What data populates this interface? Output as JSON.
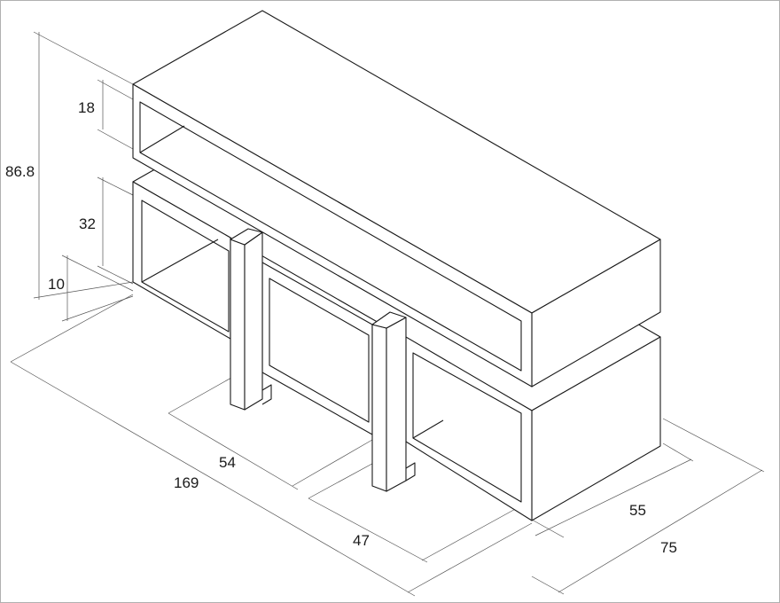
{
  "drawing": {
    "subject": "Isometric cabinet dimension drawing",
    "unit_note": "",
    "dimensions": [
      {
        "id": "total-height",
        "label": "86.8"
      },
      {
        "id": "top-box-height",
        "label": "18"
      },
      {
        "id": "middle-box-height",
        "label": "32"
      },
      {
        "id": "base-height",
        "label": "10"
      },
      {
        "id": "total-length",
        "label": "169"
      },
      {
        "id": "left-compartment-length",
        "label": "54"
      },
      {
        "id": "right-compartment-length",
        "label": "47"
      },
      {
        "id": "inner-depth",
        "label": "55"
      },
      {
        "id": "total-depth",
        "label": "75"
      }
    ]
  },
  "colors": {
    "line": "#1a1a1a",
    "dimension_line": "#555555",
    "background": "#ffffff"
  }
}
